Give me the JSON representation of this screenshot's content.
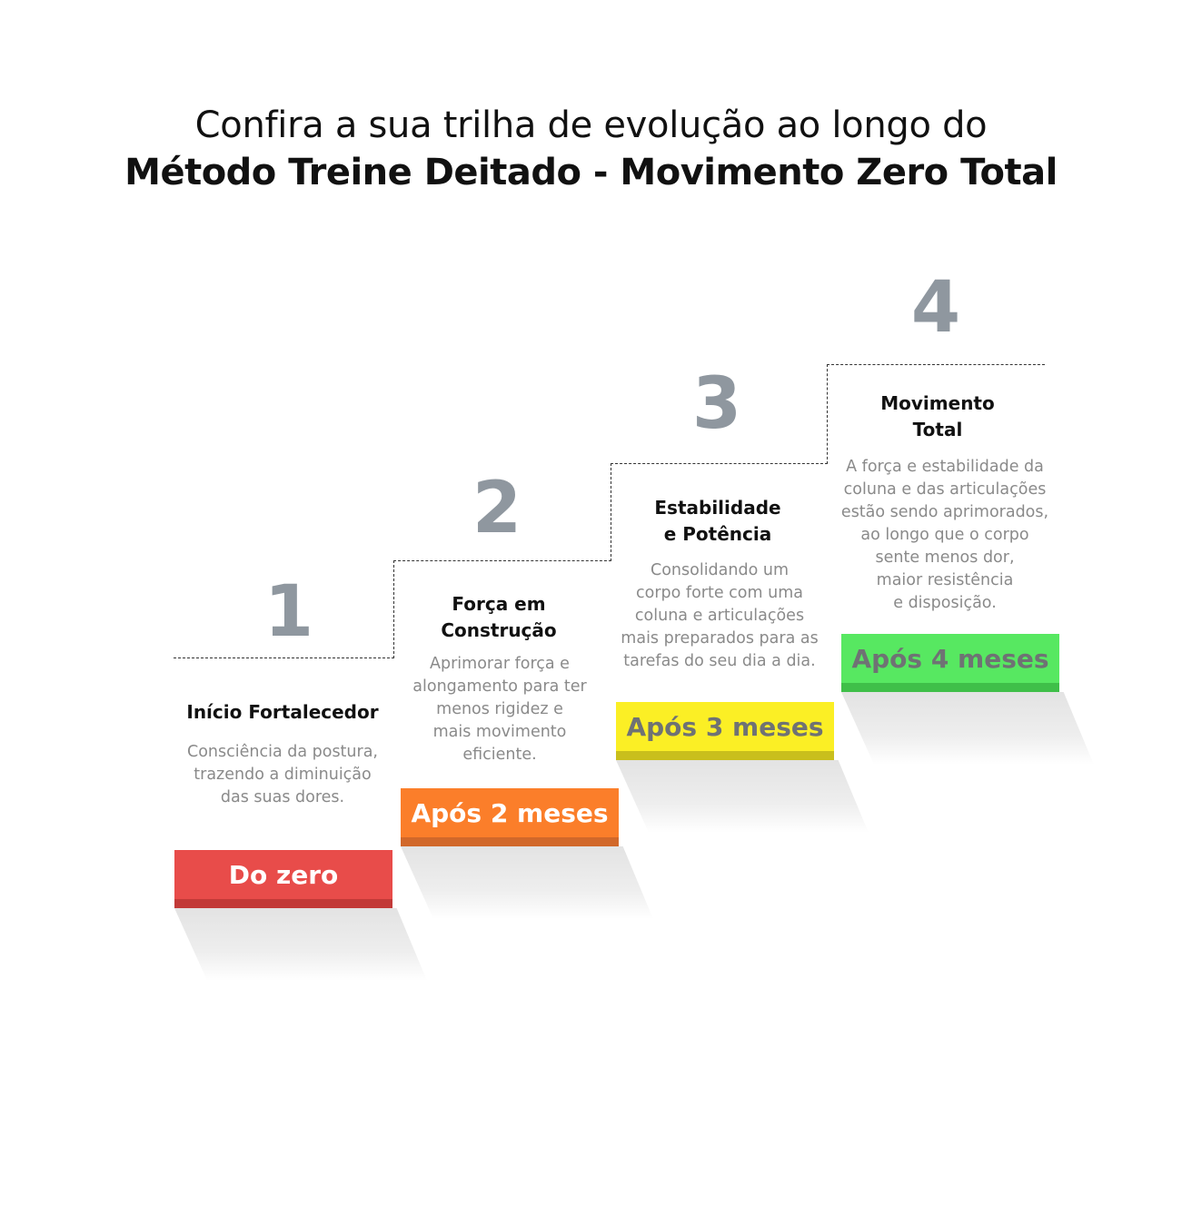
{
  "title": {
    "line1": "Confira a sua trilha de evolução ao longo do",
    "line2": "Método Treine Deitado - Movimento Zero Total"
  },
  "steps": [
    {
      "number": "1",
      "heading": "Início Fortalecedor",
      "description": "Consciência da postura,\ntrazendo a diminuição\ndas suas dores.",
      "badge": "Do zero",
      "color": "#e84c4a",
      "foot_color": "#c23a38",
      "text_color": "#ffffff"
    },
    {
      "number": "2",
      "heading": "Força em\nConstrução",
      "description": "Aprimorar força e\nalongamento para ter\nmenos rigidez e\nmais movimento\neficiente.",
      "badge": "Após 2 meses",
      "color": "#fb7e2a",
      "foot_color": "#d1682a",
      "text_color": "#ffffff"
    },
    {
      "number": "3",
      "heading": "Estabilidade\ne Potência",
      "description": "Consolidando um\ncorpo forte com uma\ncoluna e articulações\nmais preparados para as\ntarefas do seu dia a dia.",
      "badge": "Após 3 meses",
      "color": "#fbef25",
      "foot_color": "#c9bf1c",
      "text_color": "#6f7274"
    },
    {
      "number": "4",
      "heading": "Movimento\nTotal",
      "description": "A força e estabilidade da\ncoluna e das articulações\nestão sendo aprimorados,\nao longo que o corpo\nsente menos dor,\nmaior resistência\ne disposição.",
      "badge": "Após 4 meses",
      "color": "#57e861",
      "foot_color": "#3fbf49",
      "text_color": "#6f7274"
    }
  ]
}
